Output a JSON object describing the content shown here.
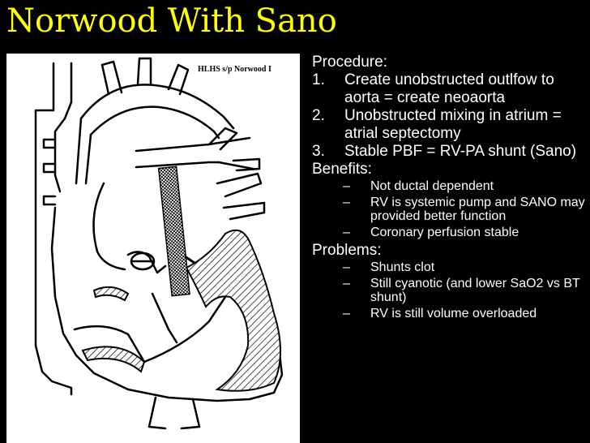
{
  "slide": {
    "title": "Norwood With Sano",
    "figure_label": "HLHS s/p Norwood I",
    "procedure_heading": "Procedure:",
    "procedure_items": [
      {
        "num": "1.",
        "text": "Create unobstructed outlfow to aorta = create neoaorta"
      },
      {
        "num": "2.",
        "text": "Unobstructed mixing in atrium = atrial septectomy"
      },
      {
        "num": "3.",
        "text": "Stable PBF = RV-PA shunt (Sano)"
      }
    ],
    "benefits_heading": "Benefits:",
    "benefits_items": [
      {
        "dash": "–",
        "text": "Not ductal dependent"
      },
      {
        "dash": "–",
        "text": "RV is systemic pump and SANO may provided better function"
      },
      {
        "dash": "–",
        "text": "Coronary perfusion stable"
      }
    ],
    "problems_heading": "Problems:",
    "problems_items": [
      {
        "dash": "–",
        "text": "Shunts clot"
      },
      {
        "dash": "–",
        "text": "Still cyanotic (and lower SaO2 vs BT shunt)"
      },
      {
        "dash": "–",
        "text": "RV is still volume overloaded"
      }
    ],
    "colors": {
      "title": "#ffff00",
      "text": "#ffffff",
      "background": "#000000"
    }
  }
}
